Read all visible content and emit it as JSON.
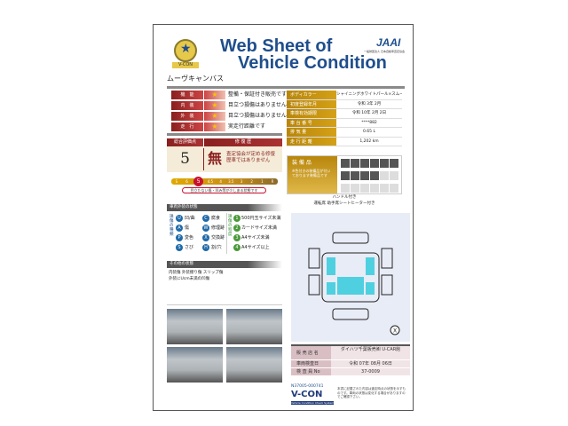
{
  "header": {
    "title_line1": "Web Sheet of",
    "title_line2": "Vehicle Condition",
    "brand": "JAAI",
    "brand_sub": "一般財団法人 日本自動車査定協会",
    "logo_text": "V-CON"
  },
  "vehicle_name": "ムーヴキャンバス",
  "ratings": [
    {
      "label": "機　能",
      "text": "整備・保証付き販売です"
    },
    {
      "label": "内　装",
      "text": "目立つ損傷はありません"
    },
    {
      "label": "外　装",
      "text": "目立つ損傷はありません"
    },
    {
      "label": "走　行",
      "text": "実走行距離です"
    }
  ],
  "specs": [
    {
      "label": "ボディカラー",
      "value": "シャイニングホワイトパール×スムースグレーマイカメタリック"
    },
    {
      "label": "初度登録年月",
      "value": "令和 3年 2月"
    },
    {
      "label": "車検有効期限",
      "value": "令和 10年 2月 2日"
    },
    {
      "label": "車 台 番 号",
      "value": "****882"
    },
    {
      "label": "排 気 量",
      "value": "0.65 L"
    },
    {
      "label": "走 行 距 離",
      "value": "1,202 km"
    }
  ],
  "equipment": {
    "label": "装 備 品",
    "note": "※色付きの装備品が付いております装備品です",
    "extra1": "ハンドル付き",
    "extra2": "運転席 助手席シートヒーター付き"
  },
  "score": {
    "header_score": "総合評価点",
    "header_history": "修 復 歴",
    "value": "5",
    "history_mark": "無",
    "history_text": "査定協会が定める修復歴車ではありません",
    "scale": [
      "S",
      "6",
      "5",
      "4.5",
      "4",
      "3.5",
      "3",
      "2",
      "1",
      "R"
    ],
    "selected": "5",
    "note": "目立たない傷・凹み等が少しある状態です"
  },
  "condition": {
    "title": "車両外装の状態",
    "type_label": "損傷の種類",
    "types": [
      {
        "code": "U",
        "text": "凹/曲"
      },
      {
        "code": "C",
        "text": "腐食"
      },
      {
        "code": "A",
        "text": "傷"
      },
      {
        "code": "W",
        "text": "修理跡"
      },
      {
        "code": "P",
        "text": "変色"
      },
      {
        "code": "X",
        "text": "交換跡"
      },
      {
        "code": "S",
        "text": "さび"
      },
      {
        "code": "H",
        "text": "割/穴"
      }
    ],
    "size_label": "損傷の程度",
    "sizes": [
      {
        "code": "1",
        "text": "500円玉サイズ未満"
      },
      {
        "code": "2",
        "text": "カードサイズ未満"
      },
      {
        "code": "3",
        "text": "A4サイズ未満"
      },
      {
        "code": "4",
        "text": "A4サイズ以上"
      }
    ]
  },
  "other": {
    "title": "その他の状態",
    "line1": "内装傷 外装擦り傷 スリップ傷",
    "line2": "外装にUcm未満の凹傷"
  },
  "diagram": {
    "marker": "X"
  },
  "dealer": {
    "shop_label": "販 売 店 名",
    "shop": "ダイハツ千葉販売㈱ U-CAR館",
    "date_label": "車両検査日",
    "date": "令和 07年 08月 06日",
    "inspector_label": "検 査 員 No",
    "inspector": "37-0009"
  },
  "footer": {
    "code": "N37005-000741",
    "logo": "V-CON",
    "logo_sub": "Vehicle Condition Check System",
    "disclaimer": "本書に記載された内容は査定時点の状態を示すものです。車両の状態は変化する場合がありますのでご確認下さい。"
  },
  "colors": {
    "title": "#1f4e8c",
    "rating": "#8a1f1f",
    "spec": "#b8860b",
    "accent": "#d4a017"
  }
}
